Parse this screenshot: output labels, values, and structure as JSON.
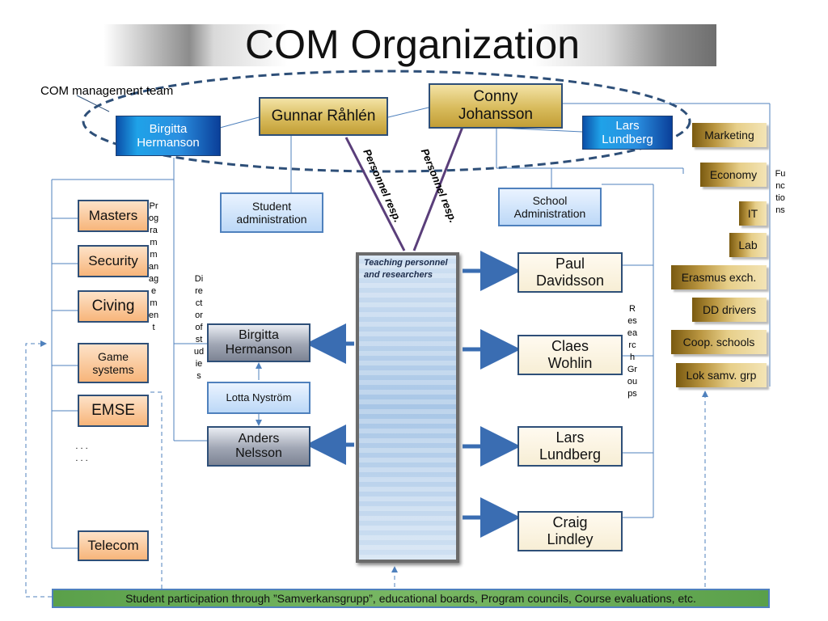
{
  "title": "COM Organization",
  "management_team_label": "COM management team",
  "management": {
    "gunnar": "Gunnar Råhlén",
    "conny": "Conny Johansson",
    "birgitta": "Birgitta Hermanson",
    "lars": "Lars Lundberg"
  },
  "admin": {
    "student": "Student administration",
    "school": "School Administration"
  },
  "personnel_resp": "Personnel resp.",
  "programs": [
    "Masters",
    "Security",
    "Civing",
    "Game systems",
    "EMSE",
    "Telecom"
  ],
  "program_ellipsis": ". . . . . .",
  "program_management": "Program management",
  "director_of_studies": "Director of studies",
  "directors": {
    "birgitta": "Birgitta Hermanson",
    "lotta": "Lotta Nyström",
    "anders": "Anders Nelsson"
  },
  "teaching": "Teaching personnel and researchers",
  "research_groups_label": "Research Groups",
  "research_groups": [
    "Paul Davidsson",
    "Claes Wohlin",
    "Lars Lundberg",
    "Craig Lindley"
  ],
  "functions_label": "Functions",
  "functions": [
    "Marketing",
    "Economy",
    "IT",
    "Lab",
    "Erasmus exch.",
    "DD drivers",
    "Coop. schools",
    "Lok samv. grp"
  ],
  "footer": "Student participation through ”Samverkansgrupp”, educational boards, Program councils, Course evaluations, etc.",
  "colors": {
    "line": "#4f81bd",
    "arrow": "#3a6db2",
    "dashed_ellipse": "#2e4f78",
    "personnel_line": "#5a3e7a"
  }
}
